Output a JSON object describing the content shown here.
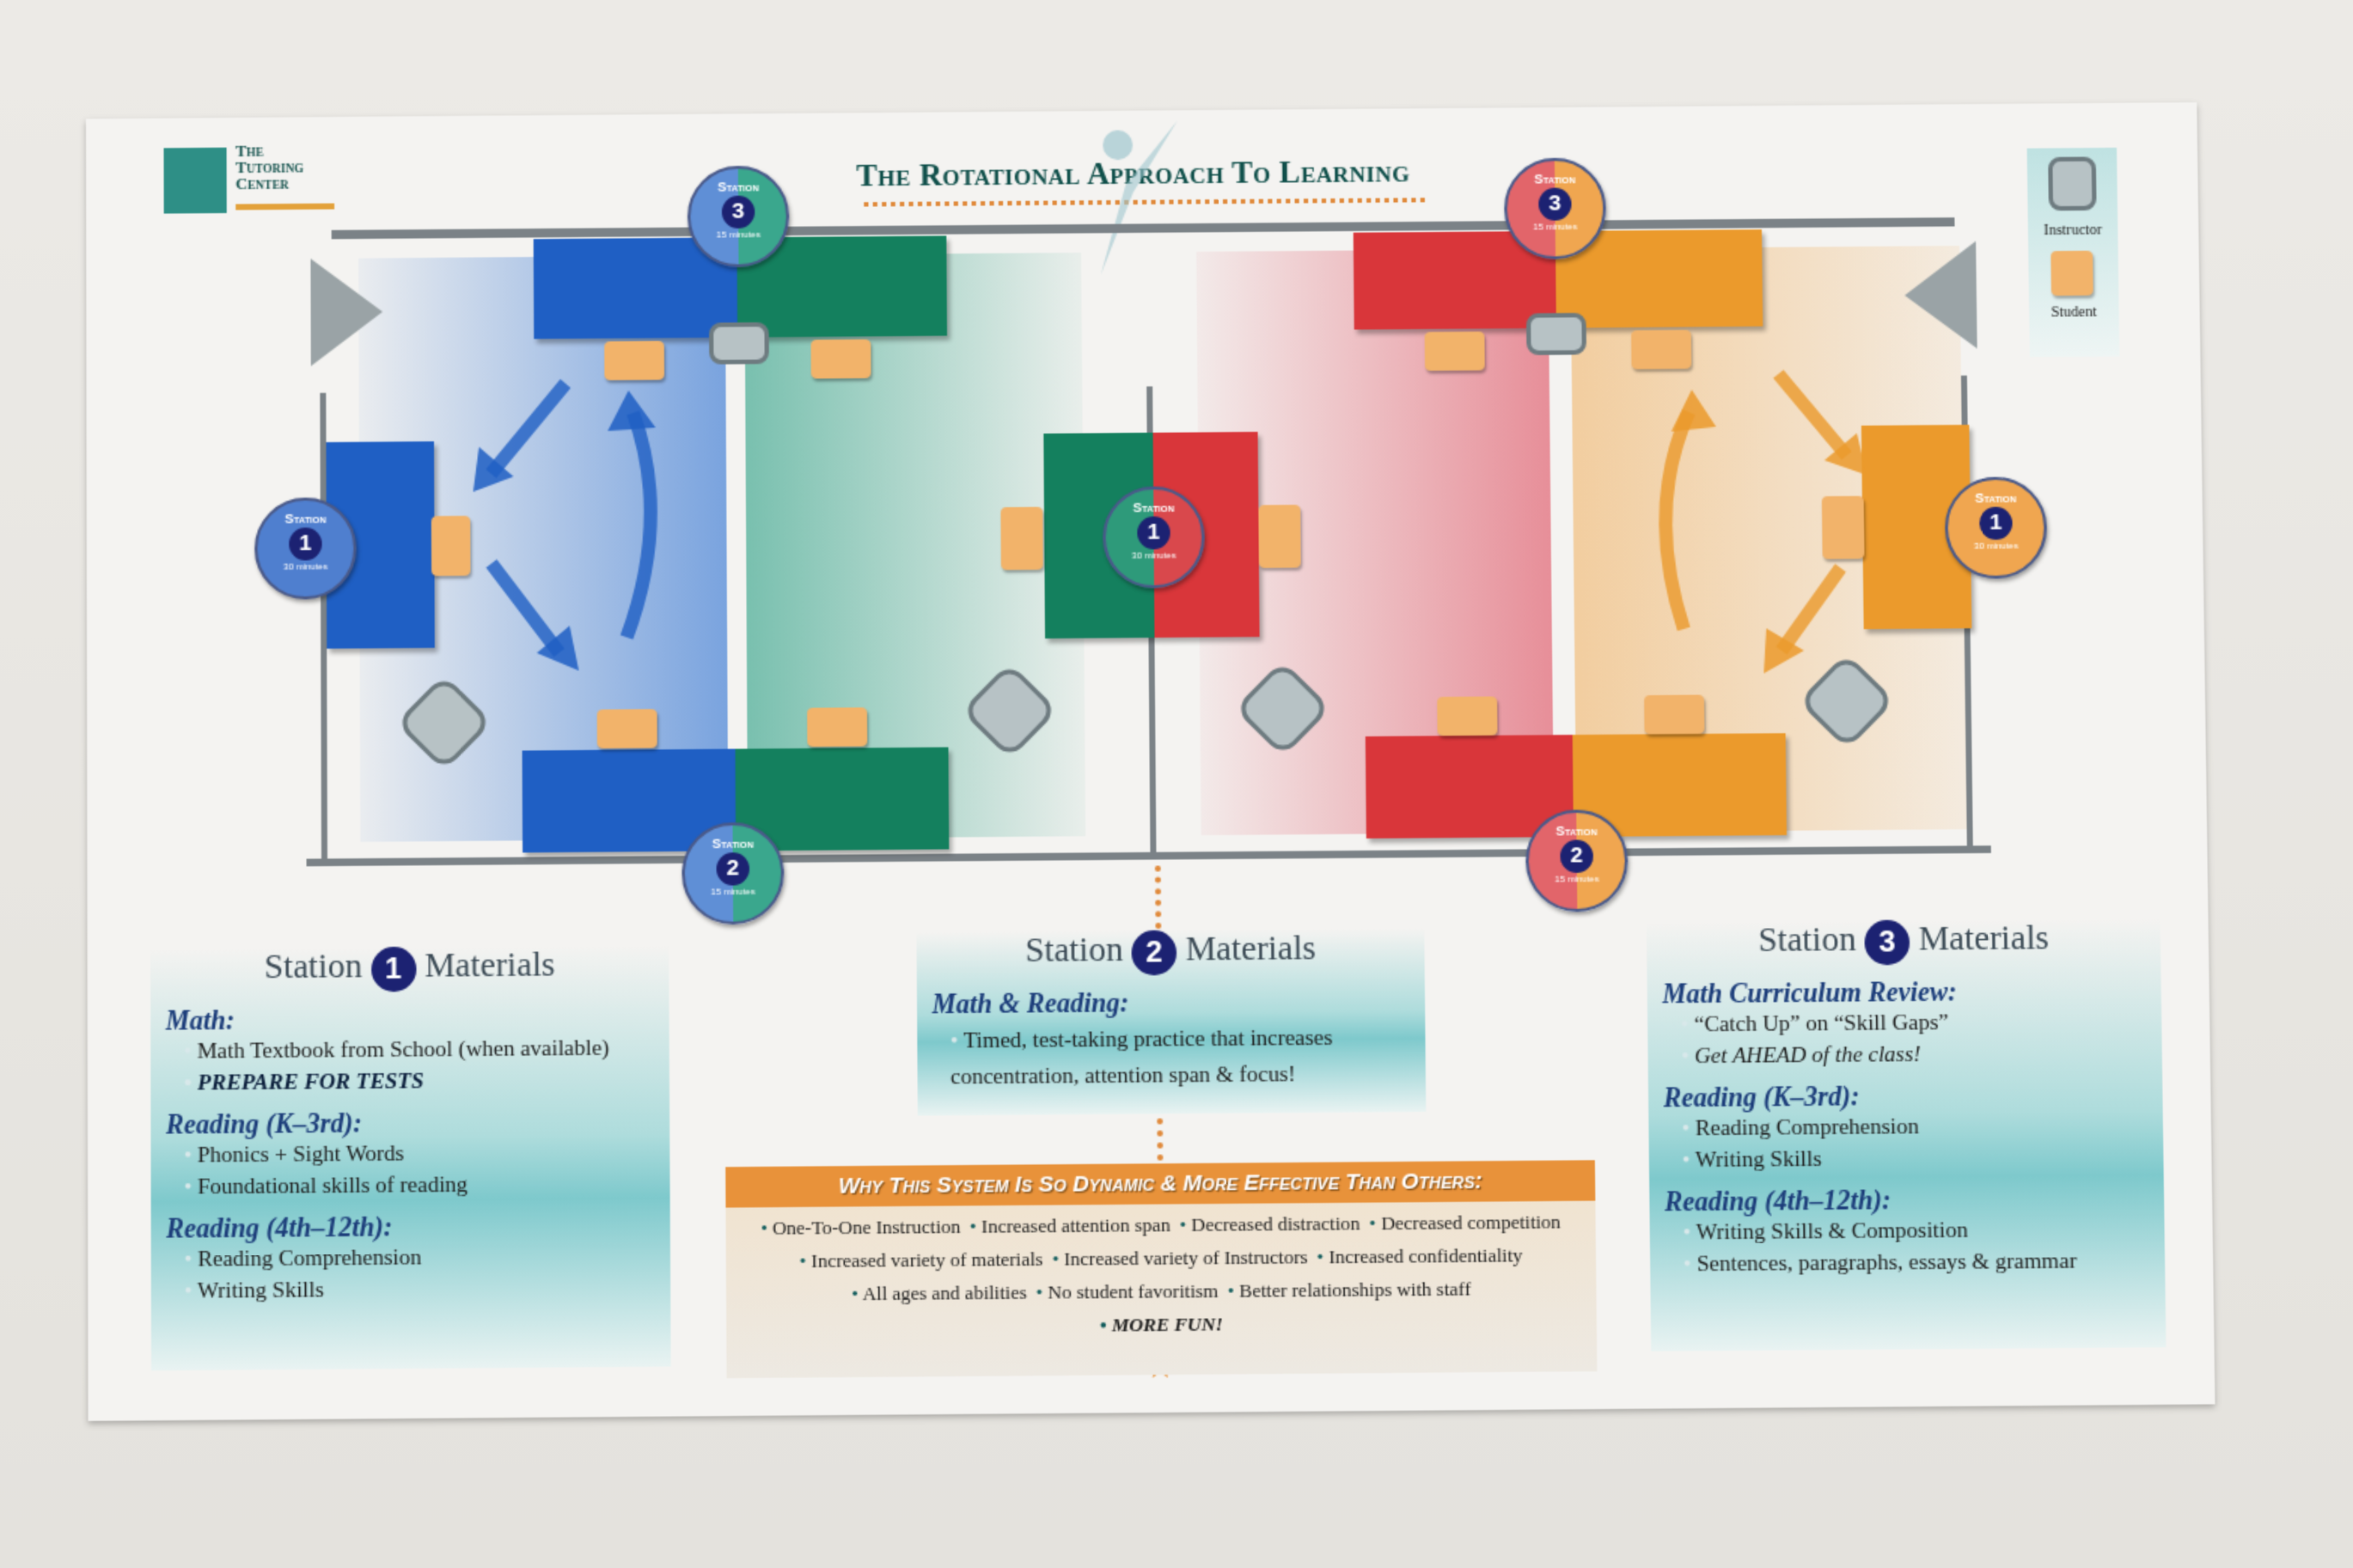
{
  "logo": {
    "lines": [
      "The",
      "Tutoring",
      "Center"
    ]
  },
  "title": "The Rotational Approach To Learning",
  "legend": {
    "instructor": "Instructor",
    "student": "Student"
  },
  "badges": {
    "s3_left": {
      "label": "Station",
      "number": "3",
      "minutes": "15 minutes"
    },
    "s3_right": {
      "label": "Station",
      "number": "3",
      "minutes": "15 minutes"
    },
    "s1_left": {
      "label": "Station",
      "number": "1",
      "minutes": "30 minutes"
    },
    "s1_mid": {
      "label": "Station",
      "number": "1",
      "minutes": "30 minutes"
    },
    "s1_right": {
      "label": "Station",
      "number": "1",
      "minutes": "30 minutes"
    },
    "s2_left": {
      "label": "Station",
      "number": "2",
      "minutes": "15 minutes"
    },
    "s2_right": {
      "label": "Station",
      "number": "2",
      "minutes": "15 minutes"
    }
  },
  "materials": {
    "s1": {
      "pre": "Station",
      "num": "1",
      "post": "Materials",
      "sections": [
        {
          "title": "Math:",
          "items": [
            "Math Textbook from School (when available)",
            "PREPARE FOR TESTS"
          ]
        },
        {
          "title": "Reading (K–3rd):",
          "items": [
            "Phonics + Sight Words",
            "Foundational skills of reading"
          ]
        },
        {
          "title": "Reading (4th–12th):",
          "items": [
            "Reading Comprehension",
            "Writing Skills"
          ]
        }
      ]
    },
    "s2": {
      "pre": "Station",
      "num": "2",
      "post": "Materials",
      "sections": [
        {
          "title": "Math & Reading:",
          "items": [
            "Timed, test-taking practice that increases concentration, attention span & focus!"
          ]
        }
      ]
    },
    "s3": {
      "pre": "Station",
      "num": "3",
      "post": "Materials",
      "sections": [
        {
          "title": "Math Curriculum Review:",
          "items": [
            "“Catch Up” on “Skill Gaps”",
            "Get AHEAD of the class!"
          ]
        },
        {
          "title": "Reading (K–3rd):",
          "items": [
            "Reading Comprehension",
            "Writing Skills"
          ]
        },
        {
          "title": "Reading (4th–12th):",
          "items": [
            "Writing Skills & Composition",
            "Sentences, paragraphs, essays & grammar"
          ]
        }
      ]
    }
  },
  "why": {
    "heading": "Why This System Is So Dynamic & More Effective Than Others:",
    "lines": [
      [
        "One-To-One Instruction",
        "Increased attention span",
        "Decreased distraction",
        "Decreased competition"
      ],
      [
        "Increased variety of materials",
        "Increased variety of Instructors",
        "Increased confidentiality"
      ],
      [
        "All ages and abilities",
        "No student favoritism",
        "Better relationships with staff"
      ],
      [
        "MORE FUN!"
      ]
    ]
  },
  "colors": {
    "blue": "#1f5fc4",
    "green": "#14805e",
    "red": "#d9363a",
    "orange": "#eb9a2c",
    "navy": "#1c2272"
  }
}
